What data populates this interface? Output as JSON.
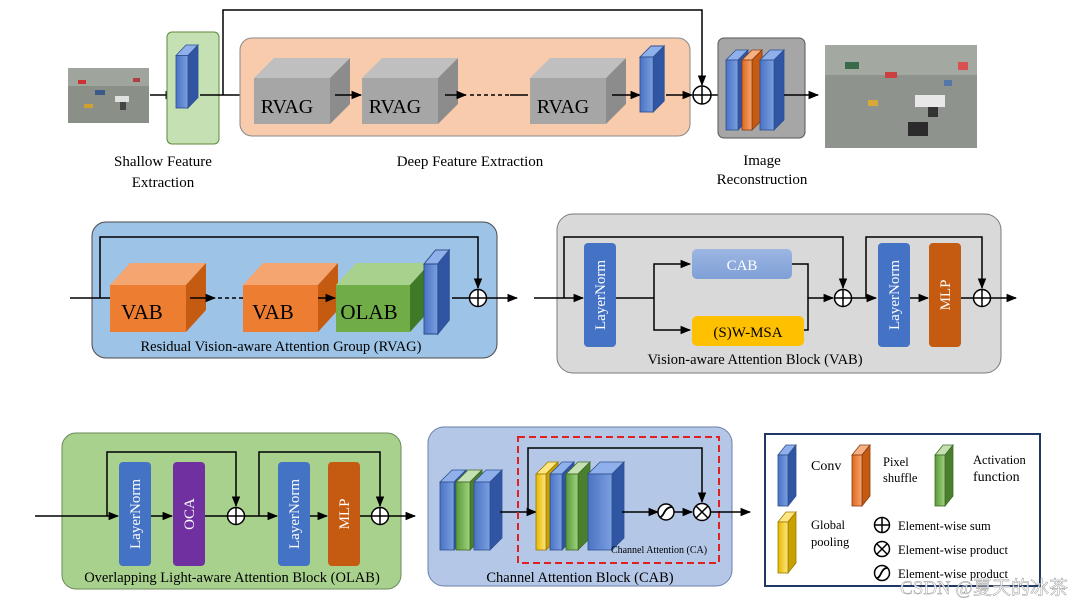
{
  "top": {
    "shallow_label": [
      "Shallow Feature",
      "Extraction"
    ],
    "deep_label": "Deep Feature Extraction",
    "recon_label": [
      "Image",
      "Reconstruction"
    ],
    "rvag_block": "RVAG"
  },
  "rvag": {
    "vab_block": "VAB",
    "olab_block": "OLAB",
    "caption": "Residual Vision-aware Attention Group (RVAG)"
  },
  "vab": {
    "cab": "CAB",
    "swmsa": "(S)W-MSA",
    "layernorm": "LayerNorm",
    "mlp": "MLP",
    "caption": "Vision-aware Attention Block (VAB)"
  },
  "olab": {
    "layernorm": "LayerNorm",
    "oca": "OCA",
    "mlp": "MLP",
    "caption": "Overlapping Light-aware Attention Block (OLAB)"
  },
  "cab": {
    "ca_label": "Channel Attention  (CA)",
    "caption": "Channel Attention Block (CAB)"
  },
  "legend": {
    "conv": "Conv",
    "pixel_shuffle": [
      "Pixel",
      "shuffle"
    ],
    "activation": [
      "Activation",
      "function"
    ],
    "global_pooling": [
      "Global",
      "pooling"
    ],
    "sum": "Element-wise sum",
    "product": "Element-wise product",
    "sigmoid_label": "Element-wise product"
  },
  "watermark": "CSDN @夏天的冰茶",
  "colors": {
    "conv": "#4a73c4",
    "orange": "#ed7d31",
    "green": "#70ad47",
    "purple": "#7030a0",
    "rust": "#c55a11",
    "gray": "#a6a6a6",
    "peach": "#f8cbad",
    "light_green": "#c5e0b3",
    "blue_panel": "#9dc3e6",
    "gray_panel": "#d9d9d9",
    "green_panel": "#a9d18e",
    "cab_panel": "#b4c7e7"
  }
}
